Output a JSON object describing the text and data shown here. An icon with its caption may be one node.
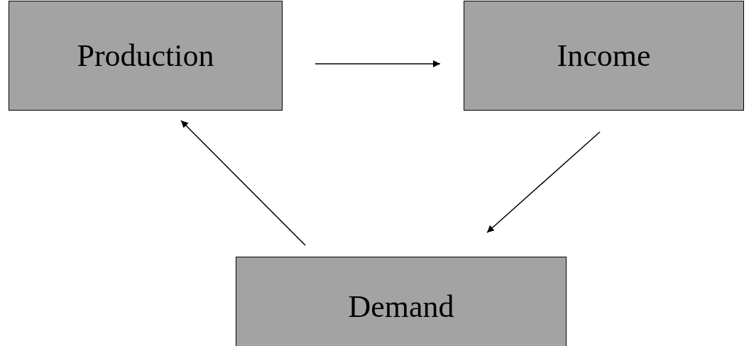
{
  "diagram": {
    "nodes": [
      {
        "text": [
          "Production"
        ]
      },
      {
        "text": [
          "Income"
        ]
      },
      {
        "text": [
          "Demand"
        ]
      }
    ],
    "edges": [
      {
        "from": 0,
        "to": 1,
        "arrow": "to"
      },
      {
        "from": 1,
        "to": 2,
        "arrow": "to"
      },
      {
        "from": 2,
        "to": 0,
        "arrow": "to"
      }
    ]
  }
}
